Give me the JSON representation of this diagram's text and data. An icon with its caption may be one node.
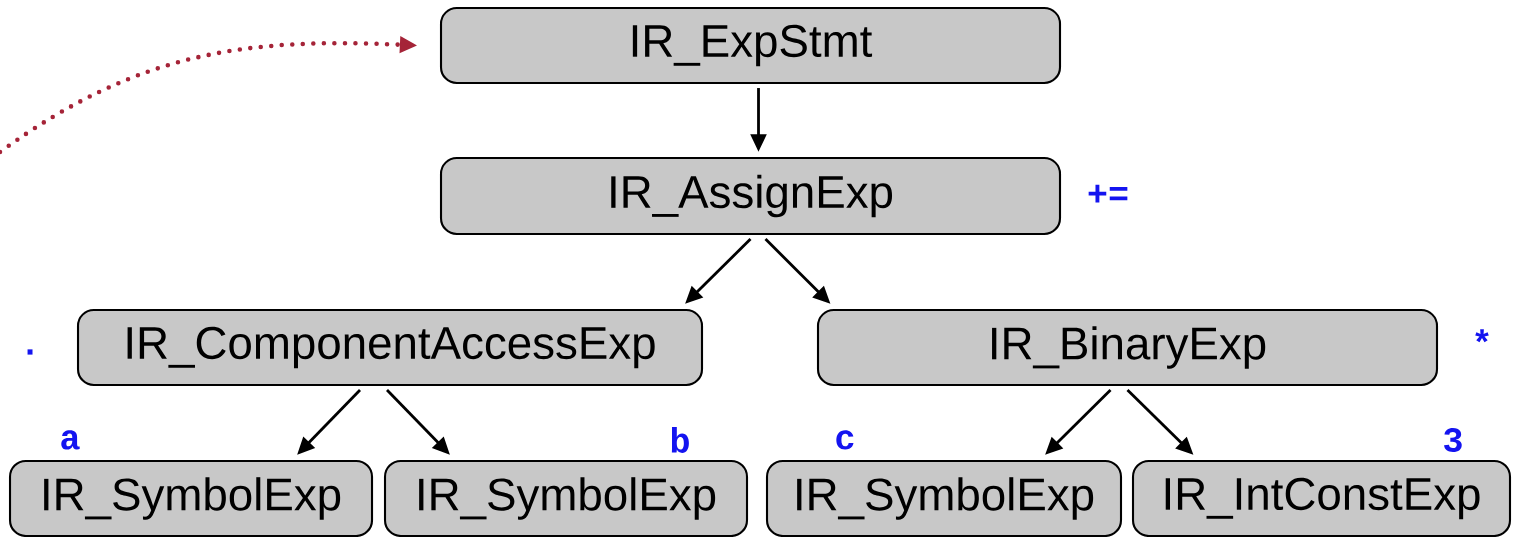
{
  "diagram": {
    "nodes": [
      {
        "text": [
          "IR_ExpStmt"
        ]
      },
      {
        "text": [
          "IR_AssignExp"
        ],
        "beside": [
          "+="
        ]
      },
      {
        "text": [
          "IR_ComponentAccessExp"
        ],
        "beside": [
          "."
        ]
      },
      {
        "text": [
          "IR_BinaryExp"
        ],
        "beside": [
          "*"
        ]
      },
      {
        "text": [
          "IR_SymbolExp"
        ],
        "beside": [
          "a"
        ]
      },
      {
        "text": [
          "IR_SymbolExp"
        ],
        "beside": [
          "b"
        ]
      },
      {
        "text": [
          "IR_SymbolExp"
        ],
        "beside": [
          "c"
        ]
      },
      {
        "text": [
          "IR_IntConstExp"
        ],
        "beside": [
          "3"
        ]
      }
    ],
    "edges": [
      {
        "from": null,
        "to": 0,
        "arrow": "to",
        "style": "dashed",
        "color": "#a52438"
      },
      {
        "from": 0,
        "to": 1,
        "arrow": "to"
      },
      {
        "from": 1,
        "to": 2,
        "arrow": "to"
      },
      {
        "from": 1,
        "to": 3,
        "arrow": "to"
      },
      {
        "from": 2,
        "to": 4,
        "arrow": "to"
      },
      {
        "from": 2,
        "to": 5,
        "arrow": "to"
      },
      {
        "from": 3,
        "to": 6,
        "arrow": "to"
      },
      {
        "from": 3,
        "to": 7,
        "arrow": "to"
      }
    ]
  }
}
